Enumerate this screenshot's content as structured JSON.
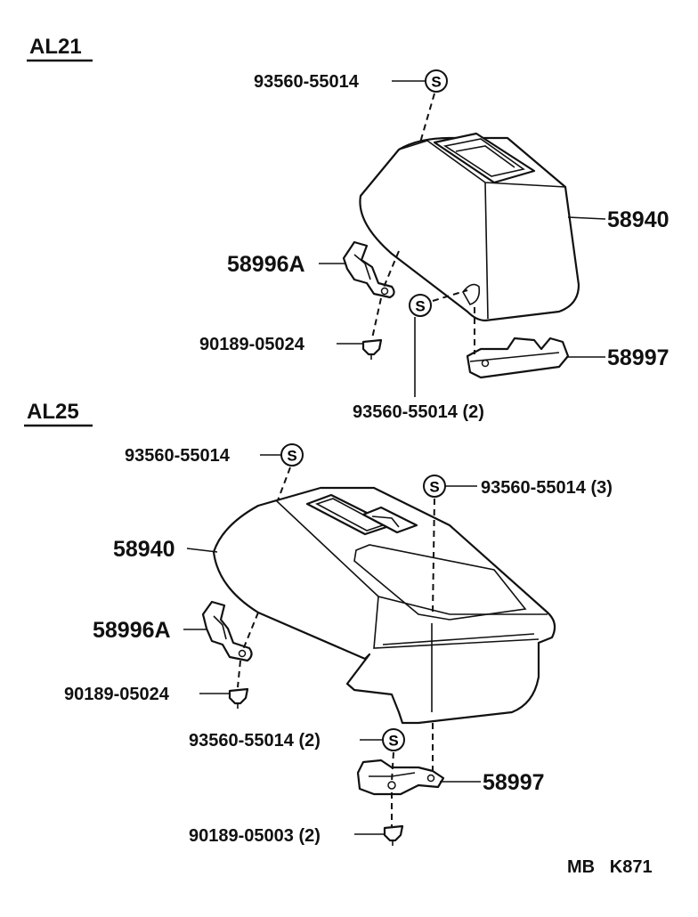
{
  "sections": {
    "al21": "AL21",
    "al25": "AL25"
  },
  "labels": {
    "a_screw_top": "93560-55014",
    "a_cover": "58940",
    "a_bracket_left": "58996A",
    "a_clip_left": "90189-05024",
    "a_bracket_right": "58997",
    "a_screw_bottom": "93560-55014 (2)",
    "b_screw_top": "93560-55014",
    "b_screw_right": "93560-55014 (3)",
    "b_cover": "58940",
    "b_bracket_left": "58996A",
    "b_clip_left": "90189-05024",
    "b_screw_bottom": "93560-55014 (2)",
    "b_bracket_right": "58997",
    "b_clip_bottom": "90189-05003 (2)"
  },
  "symbol_letter": "S",
  "code": "MB   K871"
}
